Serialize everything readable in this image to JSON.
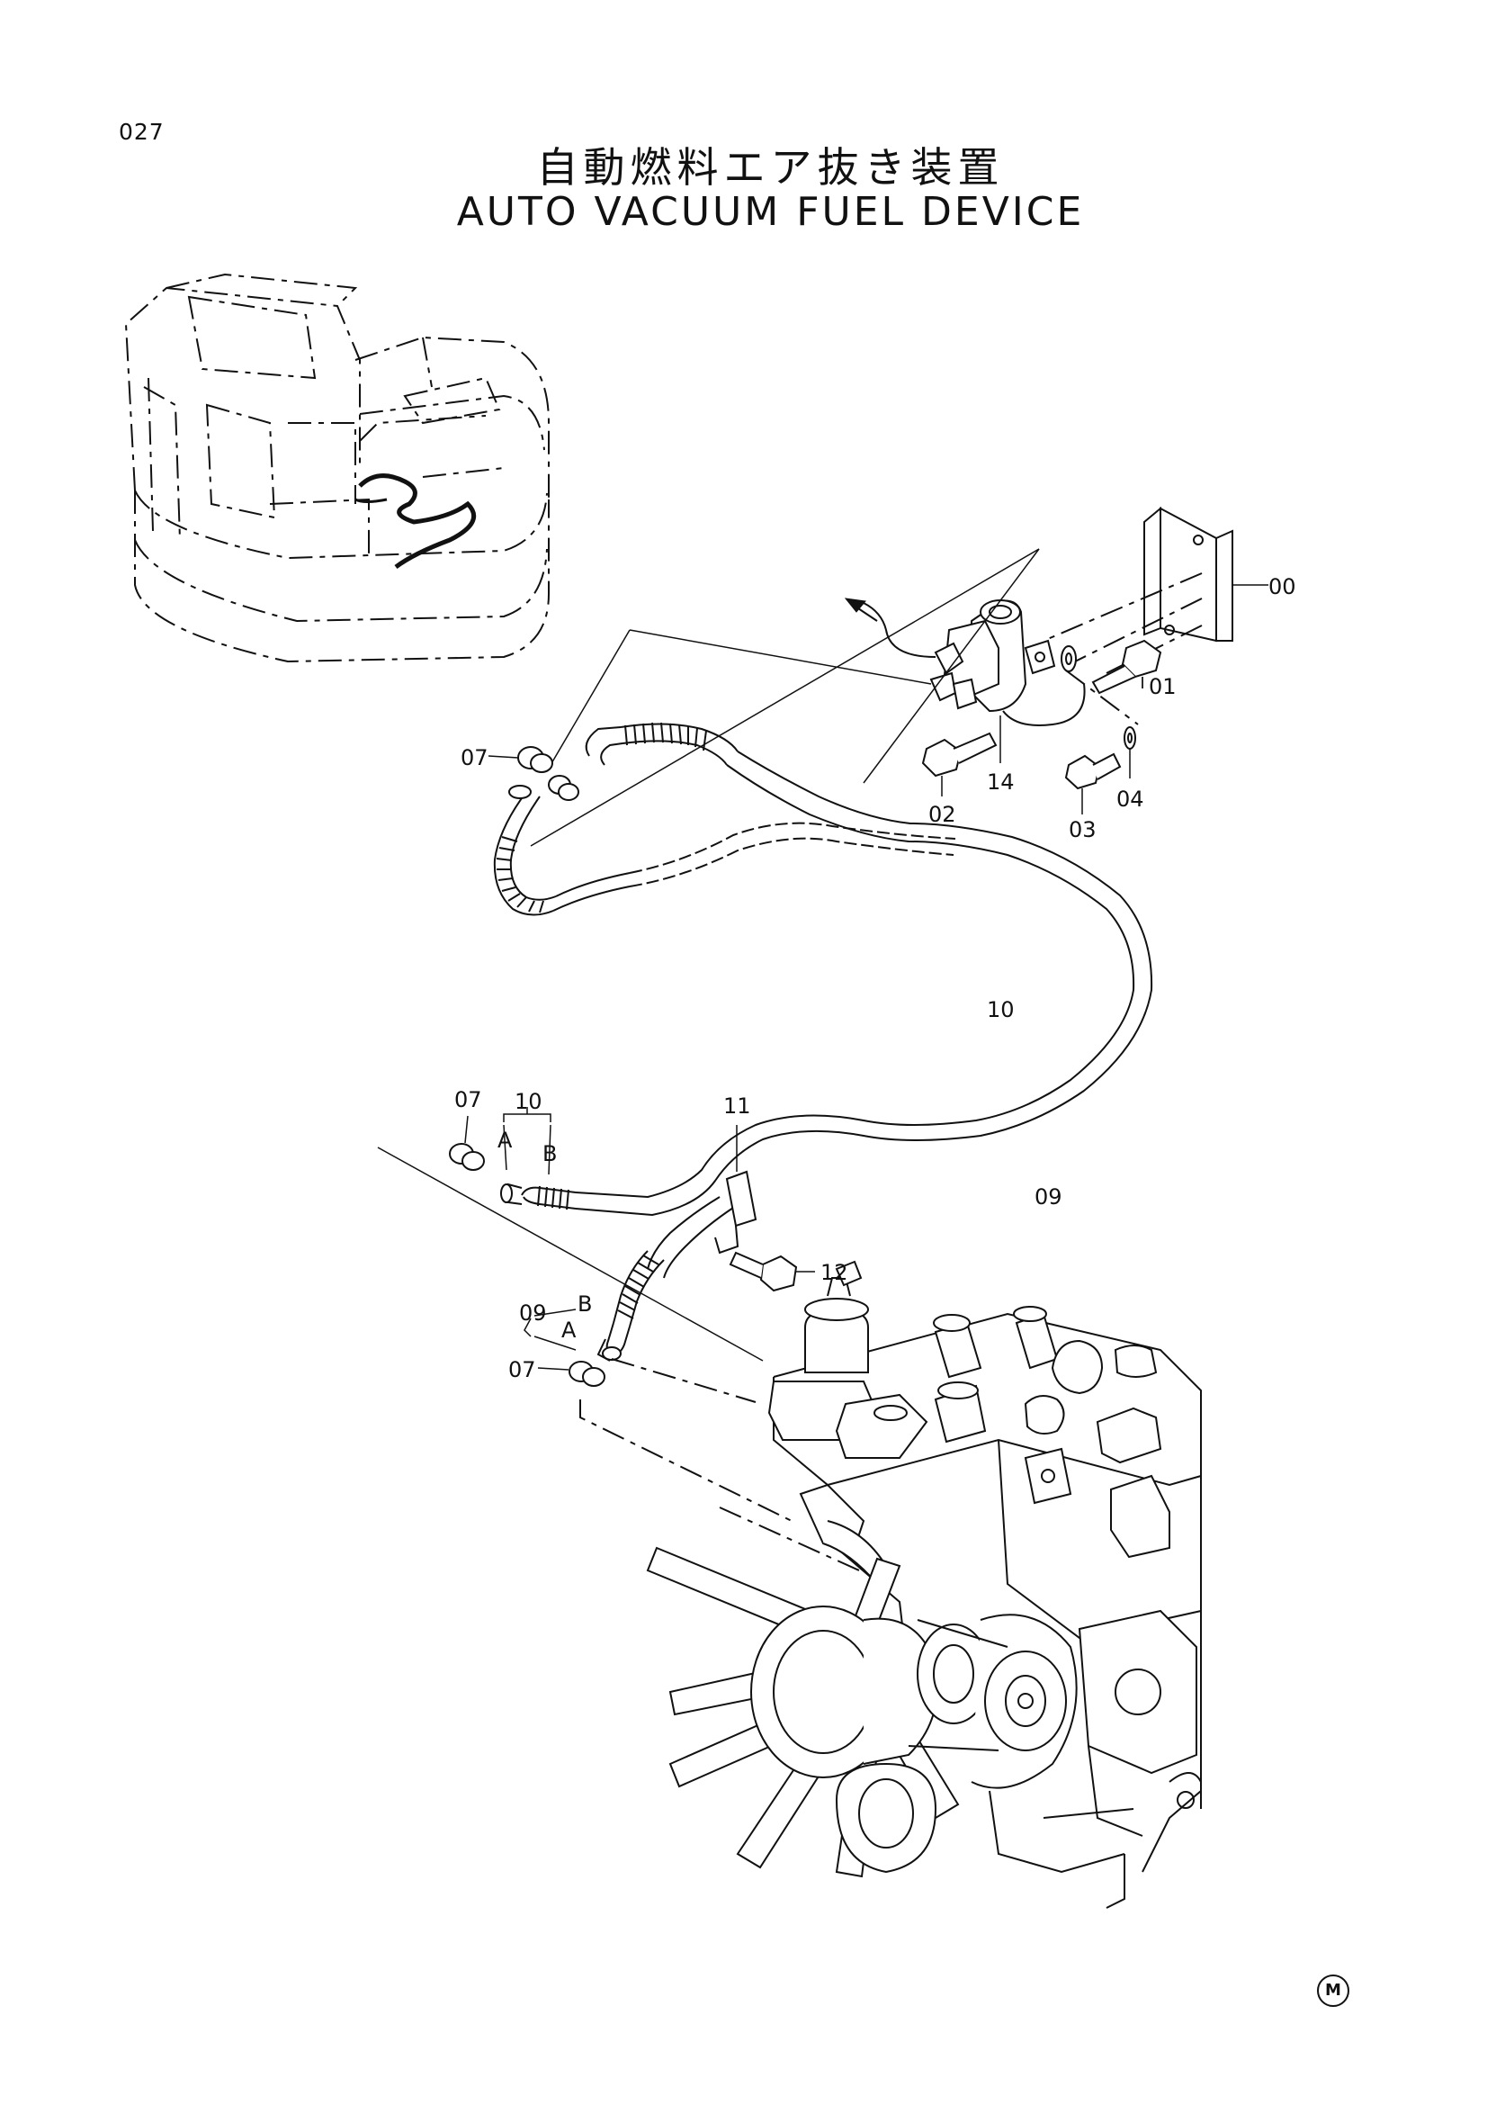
{
  "page_number": "027",
  "title_jp": "自動燃料エア抜き装置",
  "title_en": "AUTO VACUUM FUEL DEVICE",
  "callouts": {
    "c00": "00",
    "c01": "01",
    "c02": "02",
    "c03": "03",
    "c04": "04",
    "c07_top": "07",
    "c07_mid": "07",
    "c07_low": "07",
    "c09_hose": "09",
    "c09_end": "09",
    "c10_hose": "10",
    "c10_end": "10",
    "c11": "11",
    "c12": "12",
    "c14": "14",
    "end_a_upper": "A",
    "end_b_upper": "B",
    "end_a_lower": "A",
    "end_b_lower": "B"
  },
  "corner_mark": "M"
}
